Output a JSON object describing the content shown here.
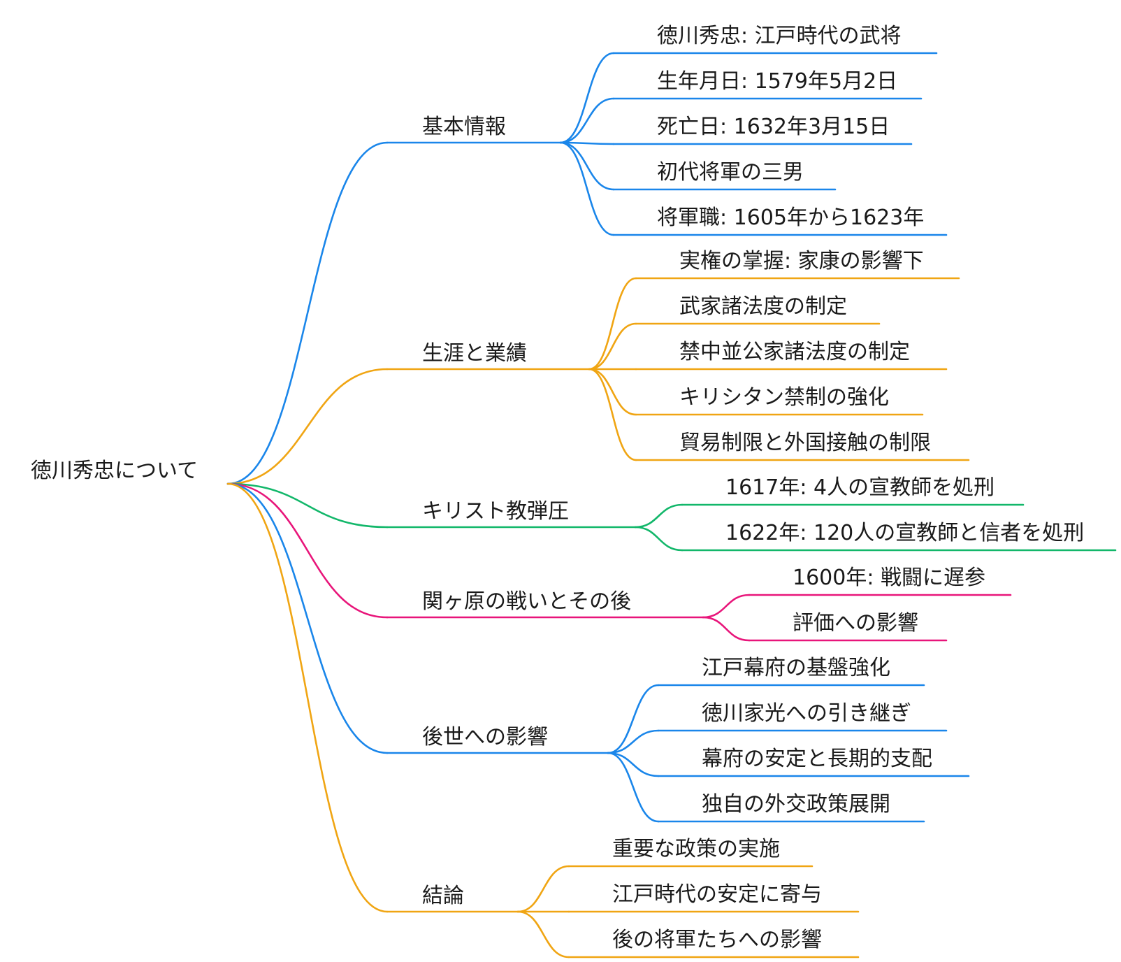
{
  "colors": {
    "blue": "#1a86ea",
    "orange": "#f0a513",
    "green": "#12b76a",
    "pink": "#e8157a"
  },
  "root": {
    "label": "徳川秀忠について"
  },
  "branches": [
    {
      "id": "basic",
      "label": "基本情報",
      "color": "#1a86ea",
      "children": [
        "徳川秀忠: 江戸時代の武将",
        "生年月日: 1579年5月2日",
        "死亡日: 1632年3月15日",
        "初代将軍の三男",
        "将軍職: 1605年から1623年"
      ]
    },
    {
      "id": "career",
      "label": "生涯と業績",
      "color": "#f0a513",
      "children": [
        "実権の掌握: 家康の影響下",
        "武家諸法度の制定",
        "禁中並公家諸法度の制定",
        "キリシタン禁制の強化",
        "貿易制限と外国接触の制限"
      ]
    },
    {
      "id": "christian",
      "label": "キリスト教弾圧",
      "color": "#12b76a",
      "children": [
        "1617年: 4人の宣教師を処刑",
        "1622年: 120人の宣教師と信者を処刑"
      ]
    },
    {
      "id": "sekigahara",
      "label": "関ヶ原の戦いとその後",
      "color": "#e8157a",
      "children": [
        "1600年: 戦闘に遅参",
        "評価への影響"
      ]
    },
    {
      "id": "legacy",
      "label": "後世への影響",
      "color": "#1a86ea",
      "children": [
        "江戸幕府の基盤強化",
        "徳川家光への引き継ぎ",
        "幕府の安定と長期的支配",
        "独自の外交政策展開"
      ]
    },
    {
      "id": "conclusion",
      "label": "結論",
      "color": "#f0a513",
      "children": [
        "重要な政策の実施",
        "江戸時代の安定に寄与",
        "後の将軍たちへの影響"
      ]
    }
  ]
}
